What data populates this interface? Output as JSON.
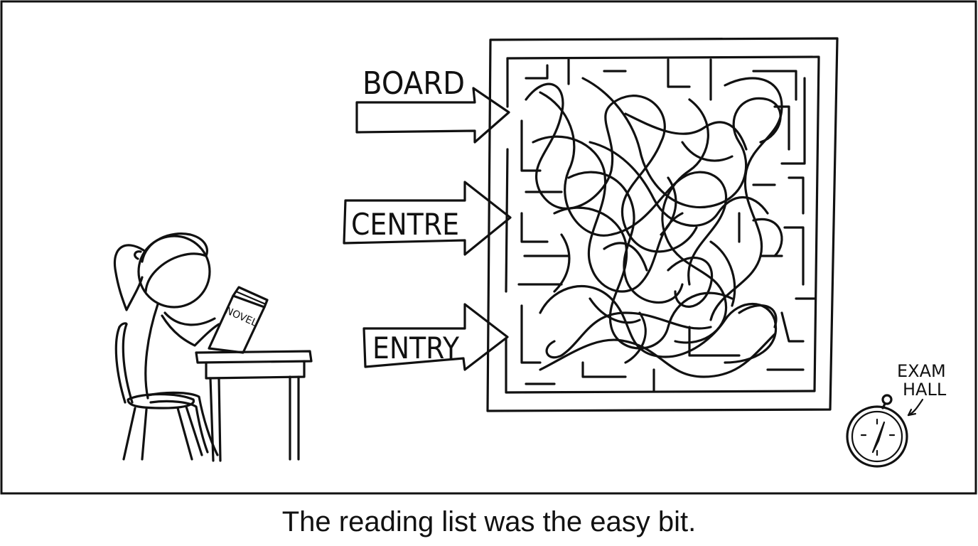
{
  "arrows": [
    {
      "label": "BOARD"
    },
    {
      "label": "CENTRE"
    },
    {
      "label": "ENTRY"
    }
  ],
  "book": {
    "label": "NOVEL"
  },
  "compass": {
    "label_line1": "EXAM",
    "label_line2": "HALL"
  },
  "caption": "The reading list was the easy bit."
}
